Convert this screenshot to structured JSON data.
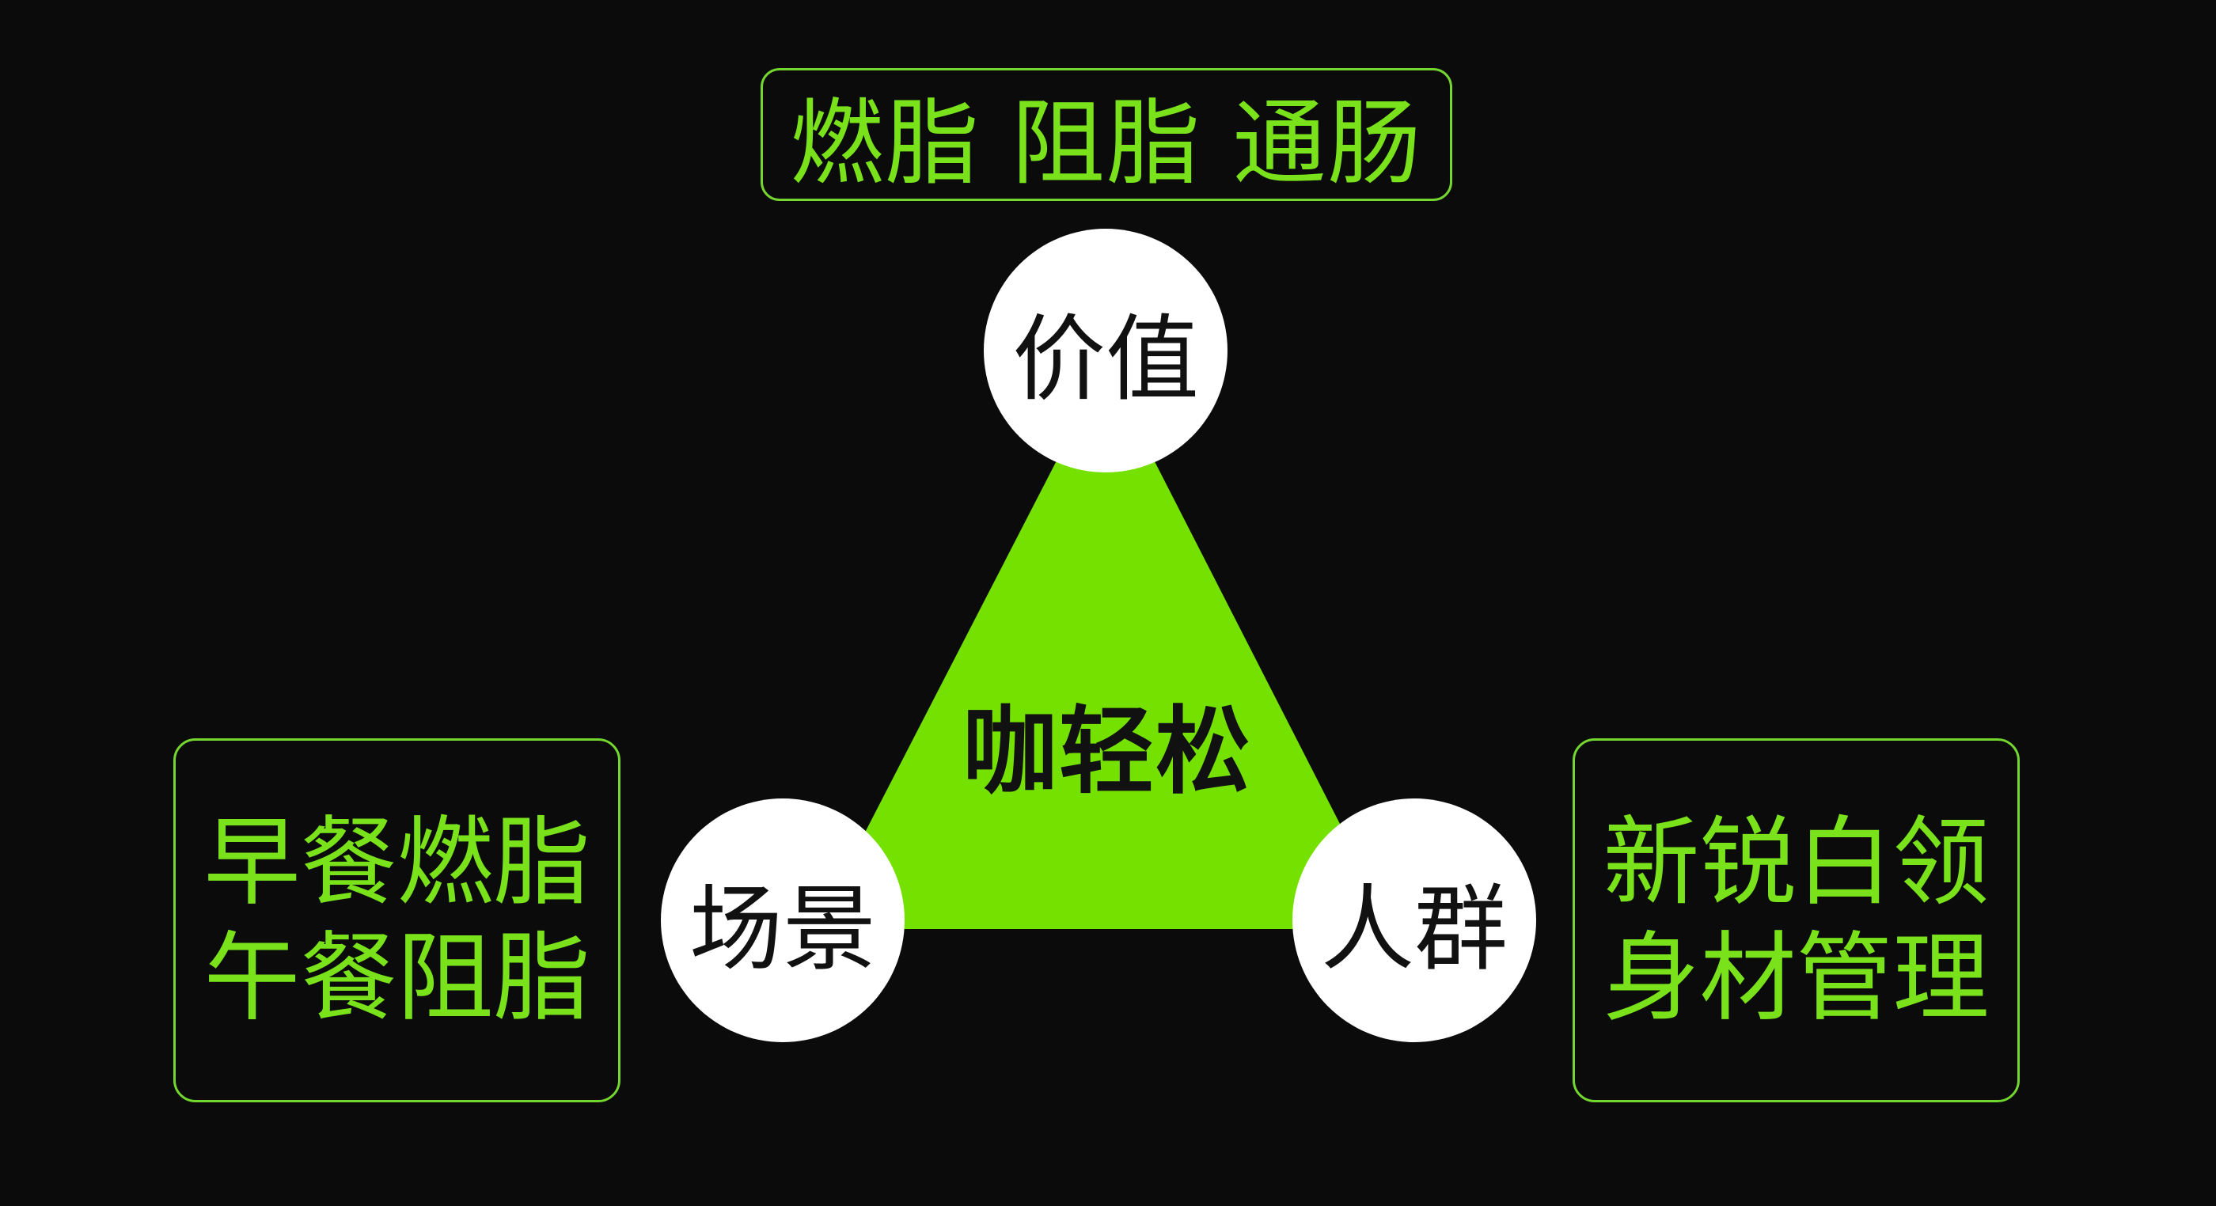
{
  "diagram": {
    "center_label": "咖轻松",
    "nodes": {
      "top": "价值",
      "left": "场景",
      "right": "人群"
    },
    "boxes": {
      "top": "燃脂 阻脂 通肠",
      "left": [
        "早餐燃脂",
        "午餐阻脂"
      ],
      "right": [
        "新锐白领",
        "身材管理"
      ]
    }
  },
  "colors": {
    "background": "#0b0b0b",
    "accent_green": "#74e100",
    "text_green": "#79e21b",
    "node_fill": "#ffffff",
    "dark_text": "#111111"
  }
}
